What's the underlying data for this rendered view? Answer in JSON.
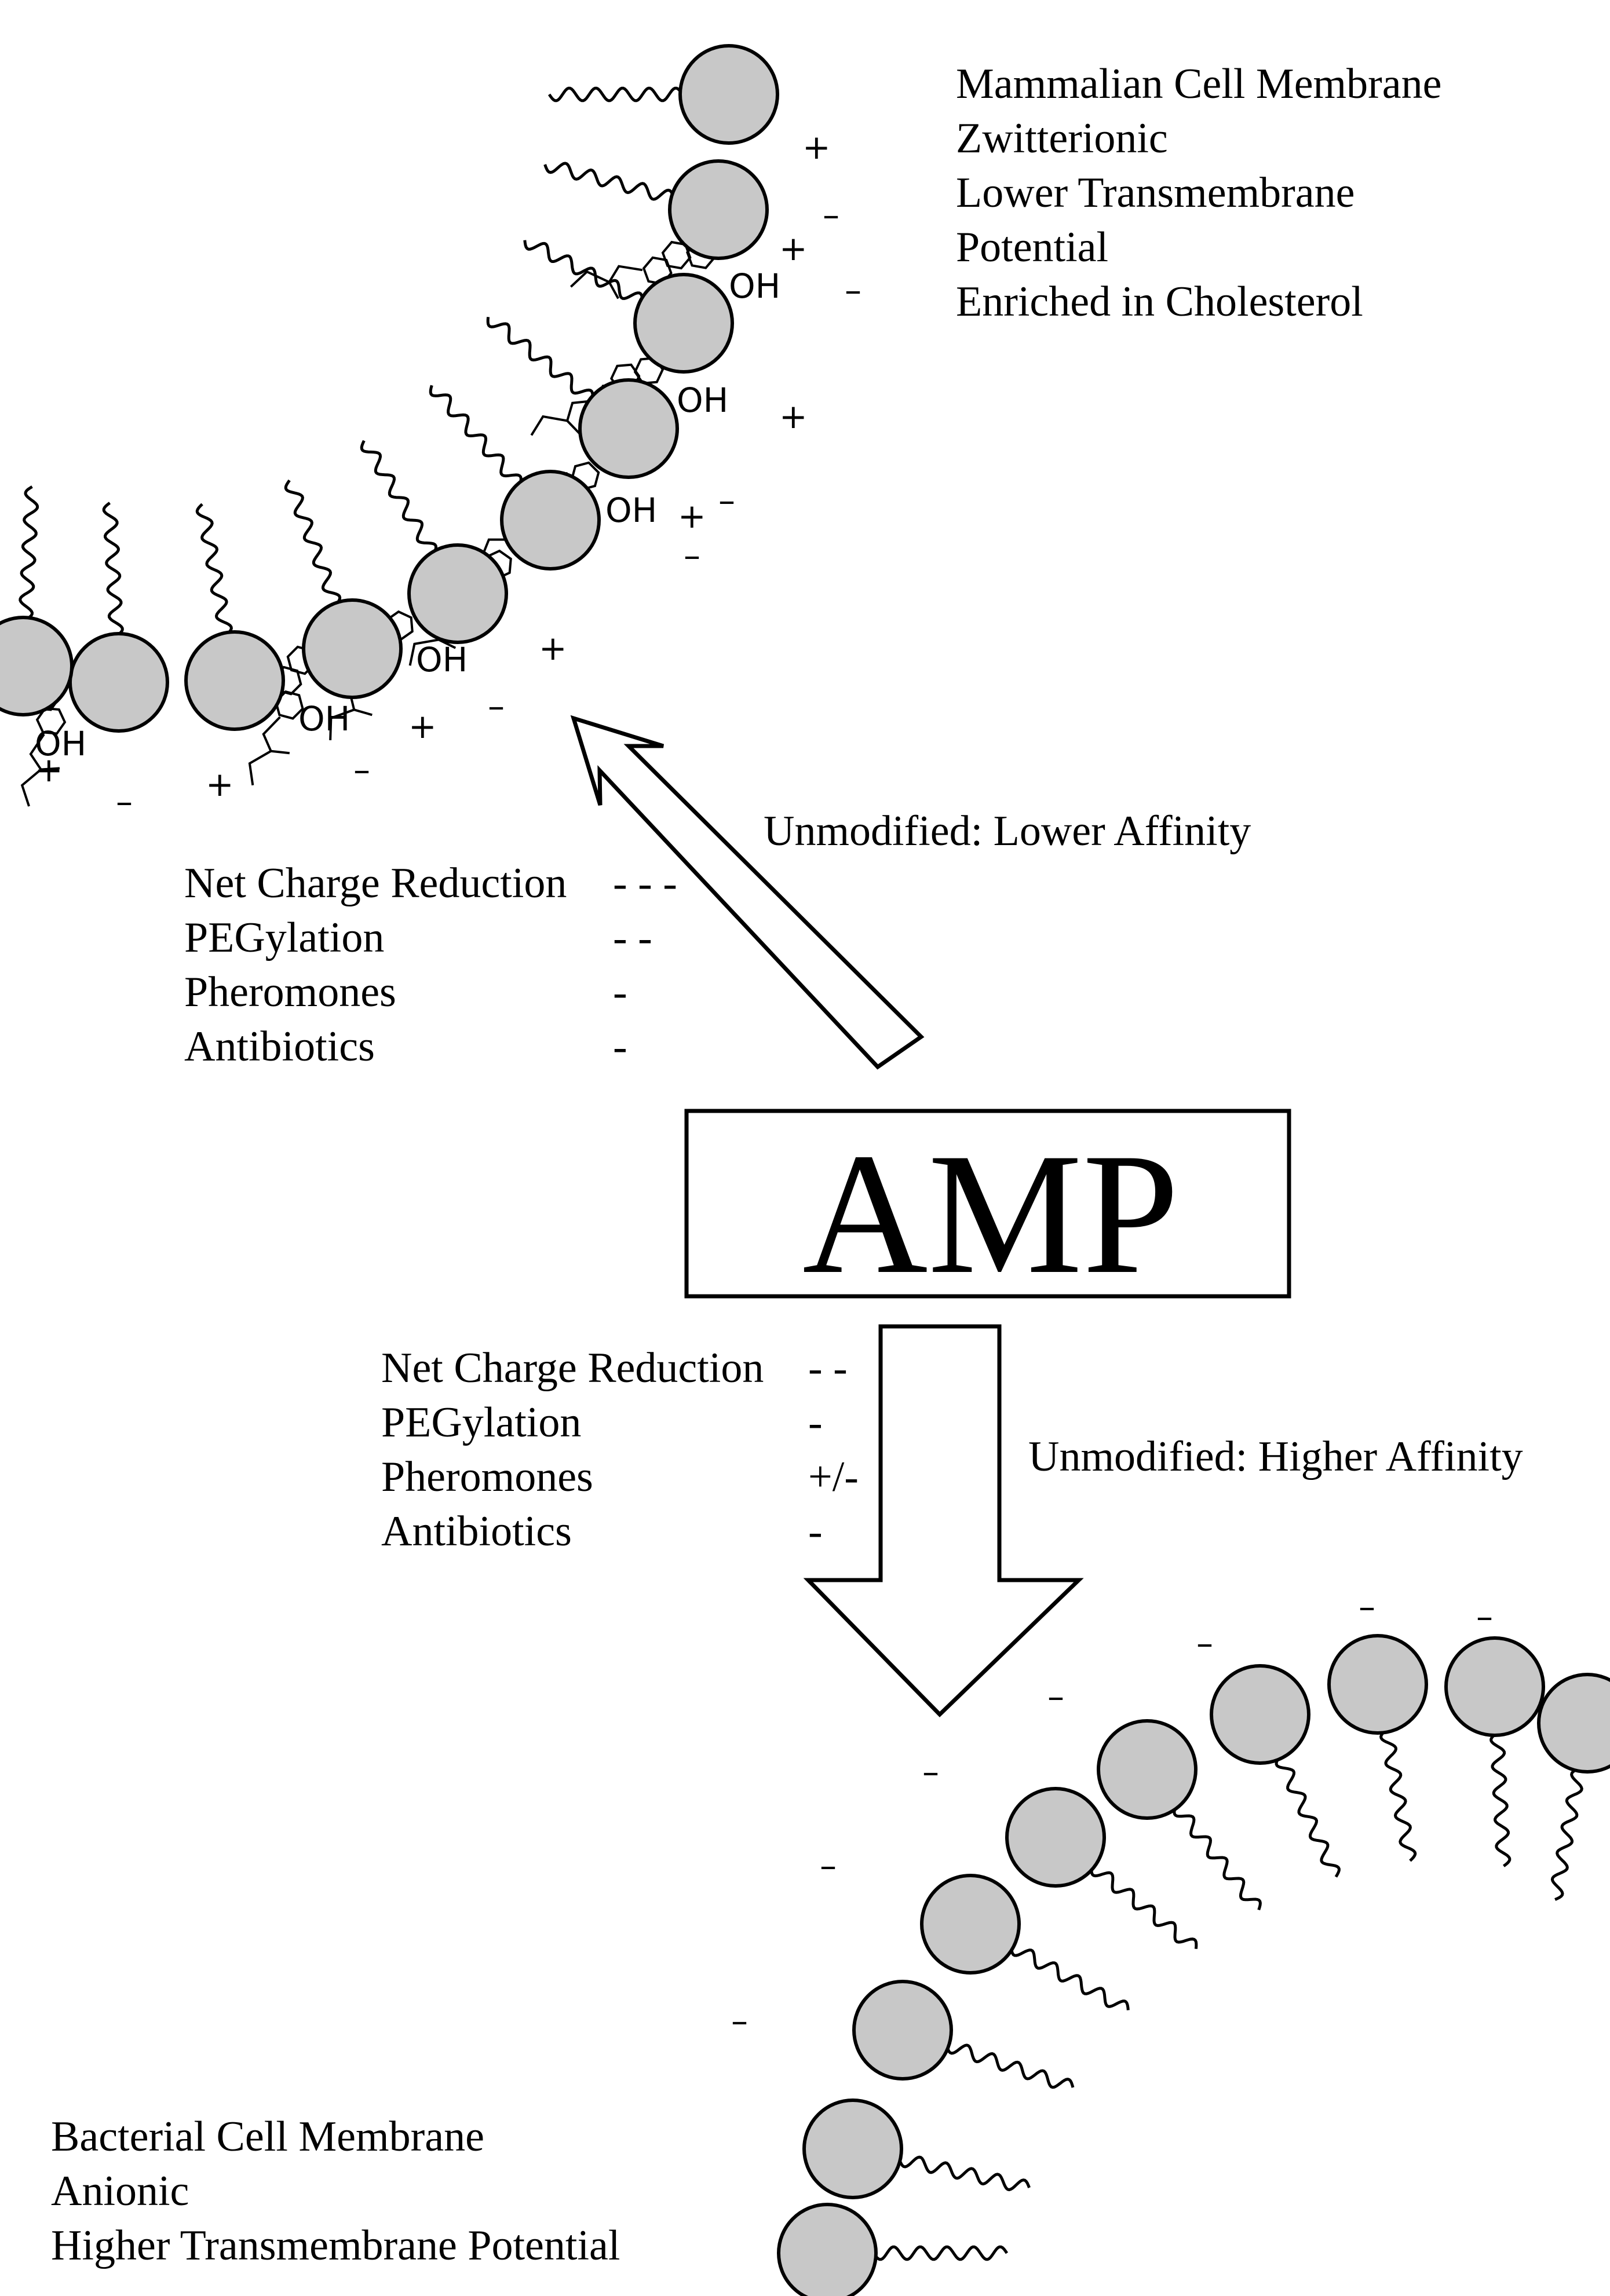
{
  "mammalian_membrane": {
    "lines": [
      "Mammalian Cell Membrane",
      "Zwitterionic",
      "Lower Transmembrane",
      "Potential",
      "Enriched in Cholesterol"
    ],
    "charge_labels": [
      "+",
      "–",
      "+",
      "–",
      "+",
      "+",
      "–",
      "–",
      "+",
      "–",
      "+",
      "–",
      "+",
      "–",
      "+",
      "–"
    ],
    "hydroxyl_label": "OH"
  },
  "bacterial_membrane": {
    "lines": [
      "Bacterial Cell Membrane",
      "Anionic",
      "Higher Transmembrane Potential"
    ],
    "charge_labels": [
      "–",
      "–",
      "–",
      "–",
      "–",
      "–",
      "–"
    ]
  },
  "center": {
    "label": "AMP"
  },
  "upper_arrow": {
    "label": "Unmodified: Lower Affinity",
    "modifications": [
      {
        "name": "Net Charge Reduction",
        "effect": "- - -"
      },
      {
        "name": "PEGylation",
        "effect": "- -"
      },
      {
        "name": "Pheromones",
        "effect": "-"
      },
      {
        "name": "Antibiotics",
        "effect": "-"
      }
    ]
  },
  "lower_arrow": {
    "label": "Unmodified: Higher Affinity",
    "modifications": [
      {
        "name": "Net Charge Reduction",
        "effect": "- -"
      },
      {
        "name": "PEGylation",
        "effect": "-"
      },
      {
        "name": "Pheromones",
        "effect": "+/-"
      },
      {
        "name": "Antibiotics",
        "effect": "-"
      }
    ]
  },
  "colors": {
    "lipid_head": "#c8c8c8",
    "stroke": "#000000",
    "background": "#ffffff"
  }
}
